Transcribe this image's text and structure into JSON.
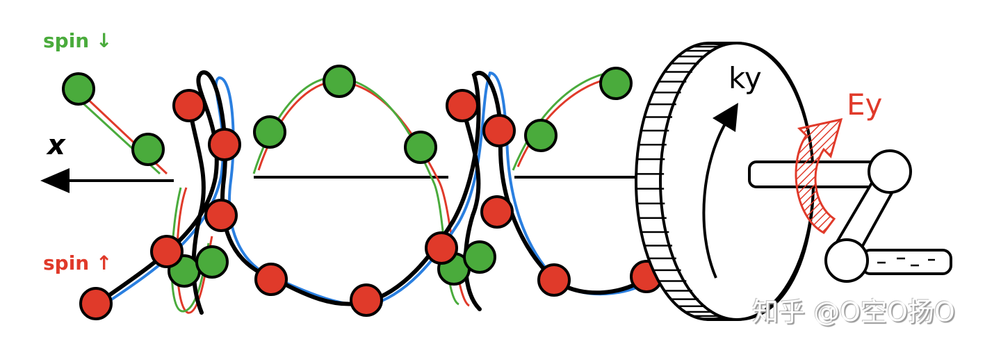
{
  "labels": {
    "spin_down": "spin ↓",
    "spin_up": "spin ↑",
    "x_axis": "x",
    "ky": "ky",
    "ey": "Ey"
  },
  "watermark": "知乎 @O空O扬O",
  "colors": {
    "spin_up": "#e03a2a",
    "spin_down": "#4aab3c",
    "helix_blue": "#2a7fe0",
    "outline": "#000000"
  }
}
